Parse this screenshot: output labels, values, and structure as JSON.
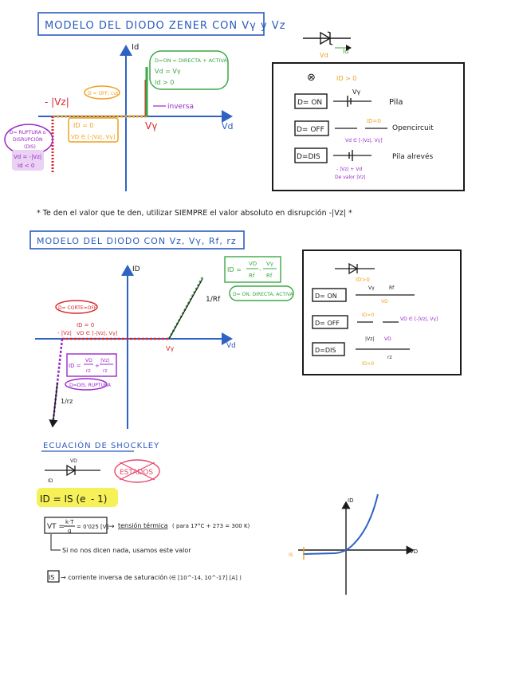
{
  "colors": {
    "ink": "#1a1a1a",
    "blue": "#2a5bbf",
    "axis_blue": "#2e63c4",
    "orange": "#f0a020",
    "green": "#3aa845",
    "purple": "#9a28c8",
    "red": "#d8262a",
    "yellow": "#f4ef3a",
    "pink": "#e64b6e"
  },
  "section1": {
    "title": "MODELO DEL DIODO ZENER CON Vγ y Vz",
    "axis_y": "Id",
    "axis_x": "Vd",
    "label_neg_vz": "- |Vz|",
    "label_vgamma": "Vγ",
    "label_inversa": "inversa",
    "bubble_off": "D = OFF; cut",
    "bubble_on": [
      "D=ON = DIRECTA + ACTIVA",
      "Vd = Vγ",
      "Id > 0"
    ],
    "box_off": [
      "ID = 0",
      "VD ∈ [-|Vz|, Vγ]"
    ],
    "bubble_dis": [
      "D= RUPTURA o",
      "DISRUPCIÓN",
      "(DIS)"
    ],
    "dis_vals": [
      "Vd = -|Vz|",
      "Id < 0"
    ],
    "symbol_vd": "Vd",
    "symbol_id": "Id",
    "panel": {
      "marker": "⊗",
      "top": "ID > 0",
      "don": "D= ON",
      "don_v": "Vγ",
      "don_txt": "Pila",
      "doff": "D= OFF",
      "doff_i": "ID=0",
      "doff_range": "Vd ∈ [-|Vz|, Vγ]",
      "doff_txt": "Opencircuit",
      "ddis": "D=DIS",
      "ddis_v": "- |Vz| + Vd",
      "ddis_v2": "De valor |Vz|",
      "ddis_txt": "Pila alrevés"
    }
  },
  "note": "* Te den el valor que te den, utilizar SIEMPRE el valor absoluto en disrupción -|Vz| *",
  "section2": {
    "title": "MODELO DEL DIODO CON Vz, Vγ, Rf, rz",
    "axis_y": "ID",
    "axis_x": "Vd",
    "formula_on": [
      "ID =",
      "VD",
      "Rf",
      "Vγ",
      "Rf"
    ],
    "bubble_on": "D= ON, DIRECTA, ACTIVA",
    "slope_on": "1/Rf",
    "bubble_off": "D= CORTE=OFF",
    "off_vals": [
      "ID = 0",
      "VD ∈ [-|Vz|, Vγ]"
    ],
    "neg_vz": "- |Vz|",
    "vgamma": "Vγ",
    "formula_dis": [
      "ID =",
      "VD",
      "rz",
      "|Vz|",
      "rz"
    ],
    "bubble_dis": "D=DIS, RUPTURA",
    "slope_dis": "1/rz",
    "panel": {
      "top": "ID>0",
      "don": "D= ON",
      "don_lbl": [
        "Vγ",
        "Rf",
        "VD"
      ],
      "doff": "D= OFF",
      "doff_i": "ID=0",
      "doff_range": "VD ∈ [-|Vz|, Vγ]",
      "ddis": "D=DIS",
      "ddis_lbl": [
        "|Vz|",
        "VD",
        "rz"
      ],
      "ddis_i": "ID<0"
    }
  },
  "section3": {
    "title": "ECUACIÓN DE SHOCKLEY",
    "diode_v": "VD",
    "diode_i": "ID",
    "estados": "ESTADOS",
    "eq_main": "ID = IS (e",
    "eq_end": "- 1)",
    "vt_left": "VT =",
    "vt_frac_num": "k·T",
    "vt_frac_den": "q",
    "vt_value": "= 0'025 [V]",
    "vt_arrow": "→",
    "vt_name": "tensión térmica",
    "vt_note": "( para 17°C + 273 = 300 K)",
    "vt_sub": "Si no nos dicen nada, usamos este valor",
    "is_label": "IS",
    "is_desc": "→ corriente inversa de saturación",
    "is_range": "(∈ [10^-14, 10^-17] [A] )",
    "plot_y": "ID",
    "plot_x": "VD",
    "plot_is": "IS"
  }
}
